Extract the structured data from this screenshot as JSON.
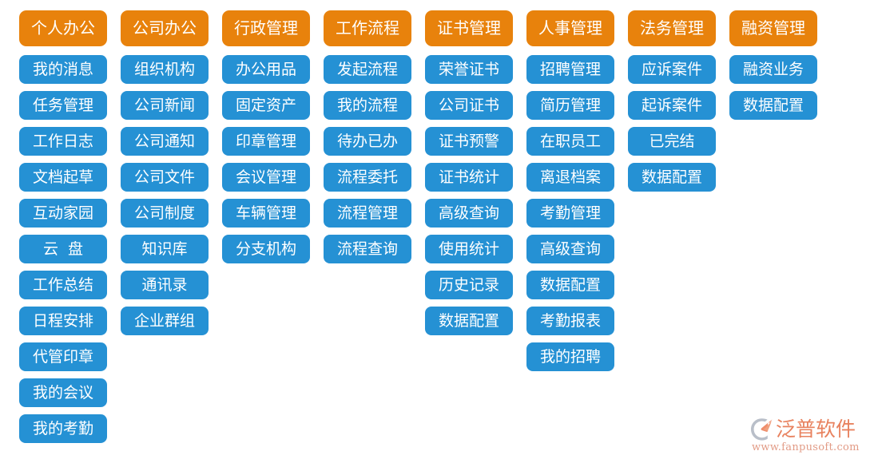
{
  "theme": {
    "header_color": "#e8820c",
    "item_color": "#2591d4",
    "text_color": "#ffffff",
    "background": "#ffffff",
    "brand_color": "#e8825f"
  },
  "columns": [
    {
      "header": "个人办公",
      "items": [
        "我的消息",
        "任务管理",
        "工作日志",
        "文档起草",
        "互动家园",
        "云  盘",
        "工作总结",
        "日程安排",
        "代管印章",
        "我的会议",
        "我的考勤"
      ]
    },
    {
      "header": "公司办公",
      "items": [
        "组织机构",
        "公司新闻",
        "公司通知",
        "公司文件",
        "公司制度",
        "知识库",
        "通讯录",
        "企业群组"
      ]
    },
    {
      "header": "行政管理",
      "items": [
        "办公用品",
        "固定资产",
        "印章管理",
        "会议管理",
        "车辆管理",
        "分支机构"
      ]
    },
    {
      "header": "工作流程",
      "items": [
        "发起流程",
        "我的流程",
        "待办已办",
        "流程委托",
        "流程管理",
        "流程查询"
      ]
    },
    {
      "header": "证书管理",
      "items": [
        "荣誉证书",
        "公司证书",
        "证书预警",
        "证书统计",
        "高级查询",
        "使用统计",
        "历史记录",
        "数据配置"
      ]
    },
    {
      "header": "人事管理",
      "items": [
        "招聘管理",
        "简历管理",
        "在职员工",
        "离退档案",
        "考勤管理",
        "高级查询",
        "数据配置",
        "考勤报表",
        "我的招聘"
      ]
    },
    {
      "header": "法务管理",
      "items": [
        "应诉案件",
        "起诉案件",
        "已完结",
        "数据配置"
      ]
    },
    {
      "header": "融资管理",
      "items": [
        "融资业务",
        "数据配置"
      ]
    }
  ],
  "brand": {
    "name": "泛普软件",
    "url": "www.fanpusoft.com",
    "mark_icon": "fanpu-swoosh-icon"
  }
}
